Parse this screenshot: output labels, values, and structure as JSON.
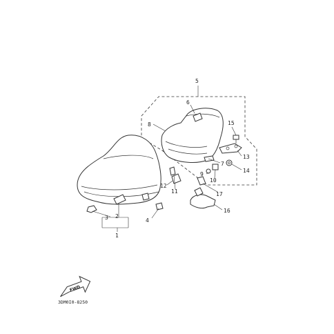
{
  "diagram": {
    "drawing_code": "3DM0I0-8250",
    "forward_marker": "FWD",
    "callouts": [
      {
        "id": "c1",
        "label": "1"
      },
      {
        "id": "c2",
        "label": "2"
      },
      {
        "id": "c3",
        "label": "3"
      },
      {
        "id": "c4",
        "label": "4"
      },
      {
        "id": "c5",
        "label": "5"
      },
      {
        "id": "c6",
        "label": "6"
      },
      {
        "id": "c7",
        "label": "7"
      },
      {
        "id": "c8",
        "label": "8"
      },
      {
        "id": "c9",
        "label": "9"
      },
      {
        "id": "c10",
        "label": "10"
      },
      {
        "id": "c11",
        "label": "11"
      },
      {
        "id": "c12",
        "label": "12"
      },
      {
        "id": "c13",
        "label": "13"
      },
      {
        "id": "c14",
        "label": "14"
      },
      {
        "id": "c15",
        "label": "15"
      },
      {
        "id": "c16",
        "label": "16"
      },
      {
        "id": "c17",
        "label": "17"
      }
    ]
  }
}
